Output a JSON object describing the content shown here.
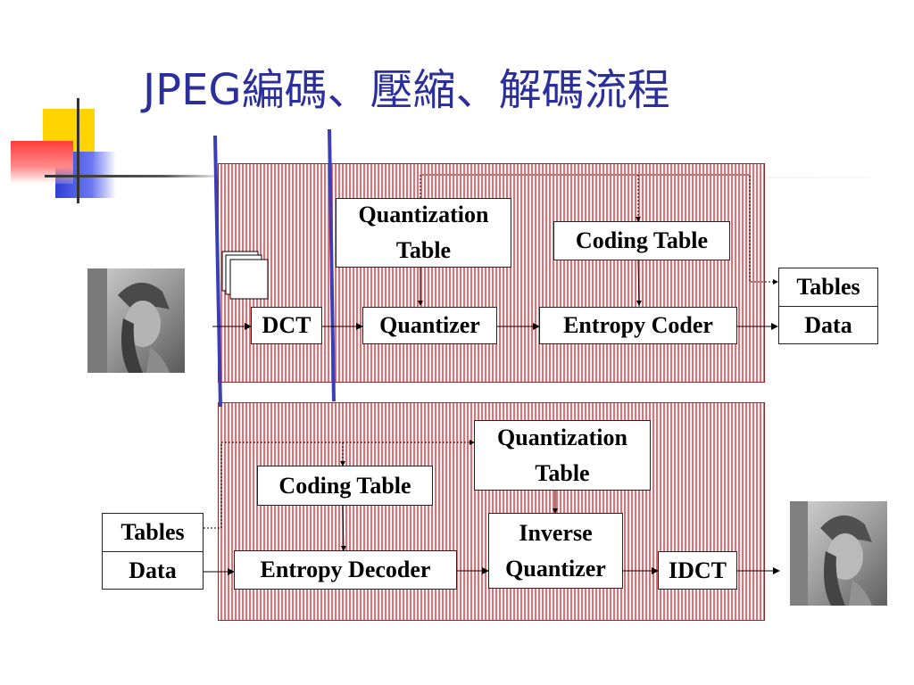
{
  "title": "JPEG編碼、壓縮、解碼流程",
  "encoder": {
    "dct": "DCT",
    "quantizer": "Quantizer",
    "entropy_coder": "Entropy Coder",
    "quantization_table": [
      "Quantization",
      "Table"
    ],
    "coding_table": "Coding Table",
    "output_tables": "Tables",
    "output_data": "Data"
  },
  "decoder": {
    "input_tables": "Tables",
    "input_data": "Data",
    "entropy_decoder": "Entropy Decoder",
    "coding_table": "Coding Table",
    "quantization_table": [
      "Quantization",
      "Table"
    ],
    "inverse_quantizer": [
      "Inverse",
      "Quantizer"
    ],
    "idct": "IDCT"
  },
  "colors": {
    "title": "#2b2f9c",
    "panel": "#f06a70",
    "divider": "#3a3fb8",
    "accent_yellow": "#ffd400",
    "accent_blue": "#2f3fd6",
    "accent_red": "#ff3b3b"
  },
  "images": {
    "input_photo": "grayscale-portrait-image",
    "output_photo": "grayscale-portrait-image"
  }
}
